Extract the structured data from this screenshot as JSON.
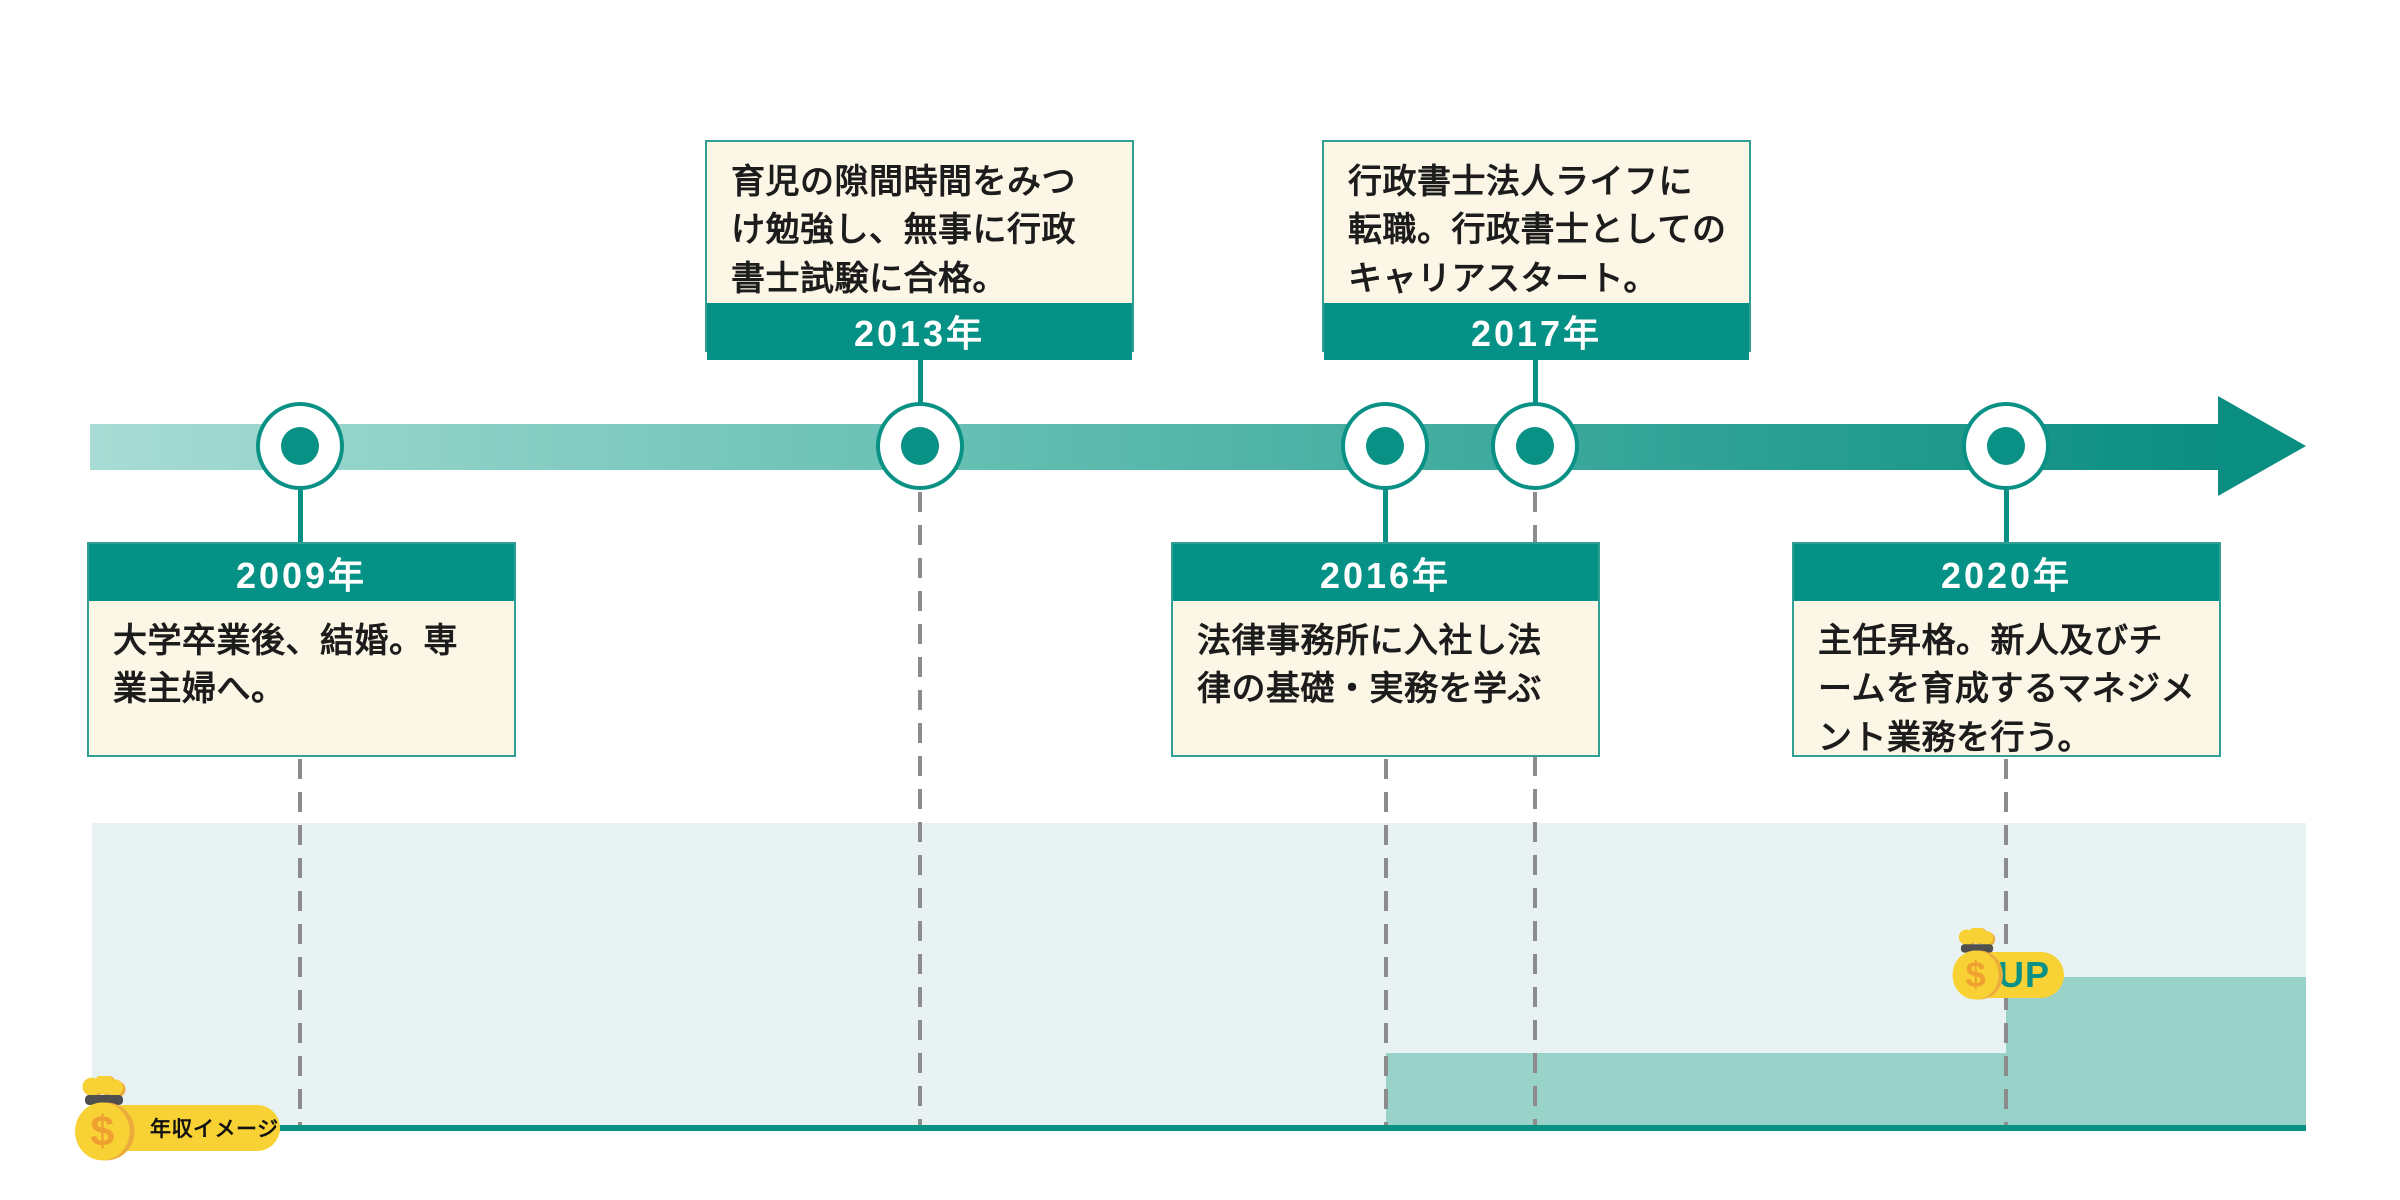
{
  "title": "career-timeline-infographic",
  "colors": {
    "teal_dark": "#0A9185",
    "year_bar": "#059185",
    "box_border": "#2FA093",
    "box_cream": "#FBF6E5",
    "timeline_gradient_start": "#A8DCD4",
    "timeline_gradient_end": "#0A8E81",
    "income_panel_light": "#E9F2F2",
    "income_step_teal": "#98D2C9",
    "baseline_teal": "#079183",
    "dash_grey": "#8C8C8C",
    "badge_yellow": "#F8D235",
    "text_dark": "#1C1C1C"
  },
  "timeline": {
    "events": [
      {
        "year": "2009年",
        "text": "大学卒業後、結婚。専業主婦へ。",
        "position": "below"
      },
      {
        "year": "2013年",
        "text": "育児の隙間時間をみつけ勉強し、無事に行政書士試験に合格。",
        "position": "above"
      },
      {
        "year": "2016年",
        "text": "法律事務所に入社し法律の基礎・実務を学ぶ",
        "position": "below"
      },
      {
        "year": "2017年",
        "text": "行政書士法人ライフに転職。行政書士としてのキャリアスタート。",
        "position": "above"
      },
      {
        "year": "2020年",
        "text": "主任昇格。新人及びチームを育成するマネジメント業務を行う。",
        "position": "below"
      }
    ]
  },
  "income_chart": {
    "type": "area",
    "label": "年収イメージ",
    "up_badge_label": "UP",
    "money_symbol": "$",
    "series": [
      {
        "period": "2009-2016",
        "level": 0
      },
      {
        "period": "2016-2020",
        "level": 1
      },
      {
        "period": "2020-",
        "level": 2
      }
    ]
  }
}
